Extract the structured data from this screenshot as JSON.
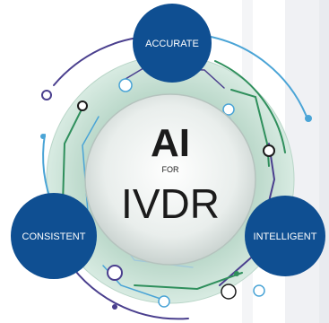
{
  "center": {
    "line1": "AI",
    "line2": "FOR",
    "line3": "IVDR"
  },
  "nodes": {
    "accurate": "ACCURATE",
    "consistent": "CONSISTENT",
    "intelligent": "INTELLIGENT"
  },
  "colors": {
    "node_fill": "#0f4f92",
    "ring_fill": "#c6dfd3",
    "inner_fill": "#e7ecea",
    "circuit_green": "#2f8f5c",
    "circuit_purple": "#4a3f8e",
    "circuit_blue": "#4aa4d6"
  }
}
